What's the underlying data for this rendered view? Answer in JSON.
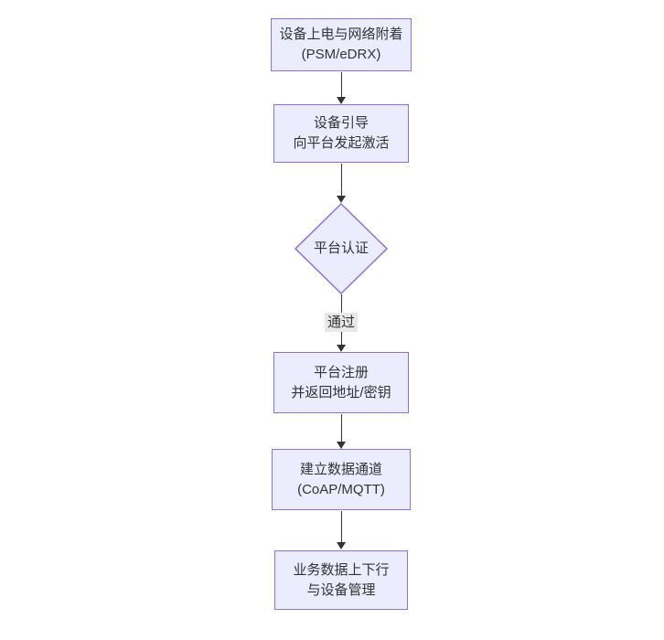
{
  "diagram": {
    "type": "flowchart",
    "direction": "top-down",
    "theme": {
      "node_fill": "#ECECFF",
      "node_border": "#9370DB",
      "edge_color": "#333333",
      "text_color": "#333333",
      "edge_label_bg": "#e8e8e8",
      "background": "#ffffff"
    },
    "nodes": [
      {
        "id": "power-on",
        "shape": "rect",
        "line1": "设备上电与网络附着",
        "line2": "(PSM/eDRX)"
      },
      {
        "id": "bootstrap",
        "shape": "rect",
        "line1": "设备引导",
        "line2": "向平台发起激活"
      },
      {
        "id": "auth",
        "shape": "diamond",
        "line1": "平台认证",
        "line2": ""
      },
      {
        "id": "register",
        "shape": "rect",
        "line1": "平台注册",
        "line2": "并返回地址/密钥"
      },
      {
        "id": "channel",
        "shape": "rect",
        "line1": "建立数据通道",
        "line2": "(CoAP/MQTT)"
      },
      {
        "id": "business",
        "shape": "rect",
        "line1": "业务数据上下行",
        "line2": "与设备管理"
      }
    ],
    "edges": [
      {
        "from": "power-on",
        "to": "bootstrap",
        "label": ""
      },
      {
        "from": "bootstrap",
        "to": "auth",
        "label": ""
      },
      {
        "from": "auth",
        "to": "register",
        "label": "通过"
      },
      {
        "from": "register",
        "to": "channel",
        "label": ""
      },
      {
        "from": "channel",
        "to": "business",
        "label": ""
      }
    ]
  }
}
